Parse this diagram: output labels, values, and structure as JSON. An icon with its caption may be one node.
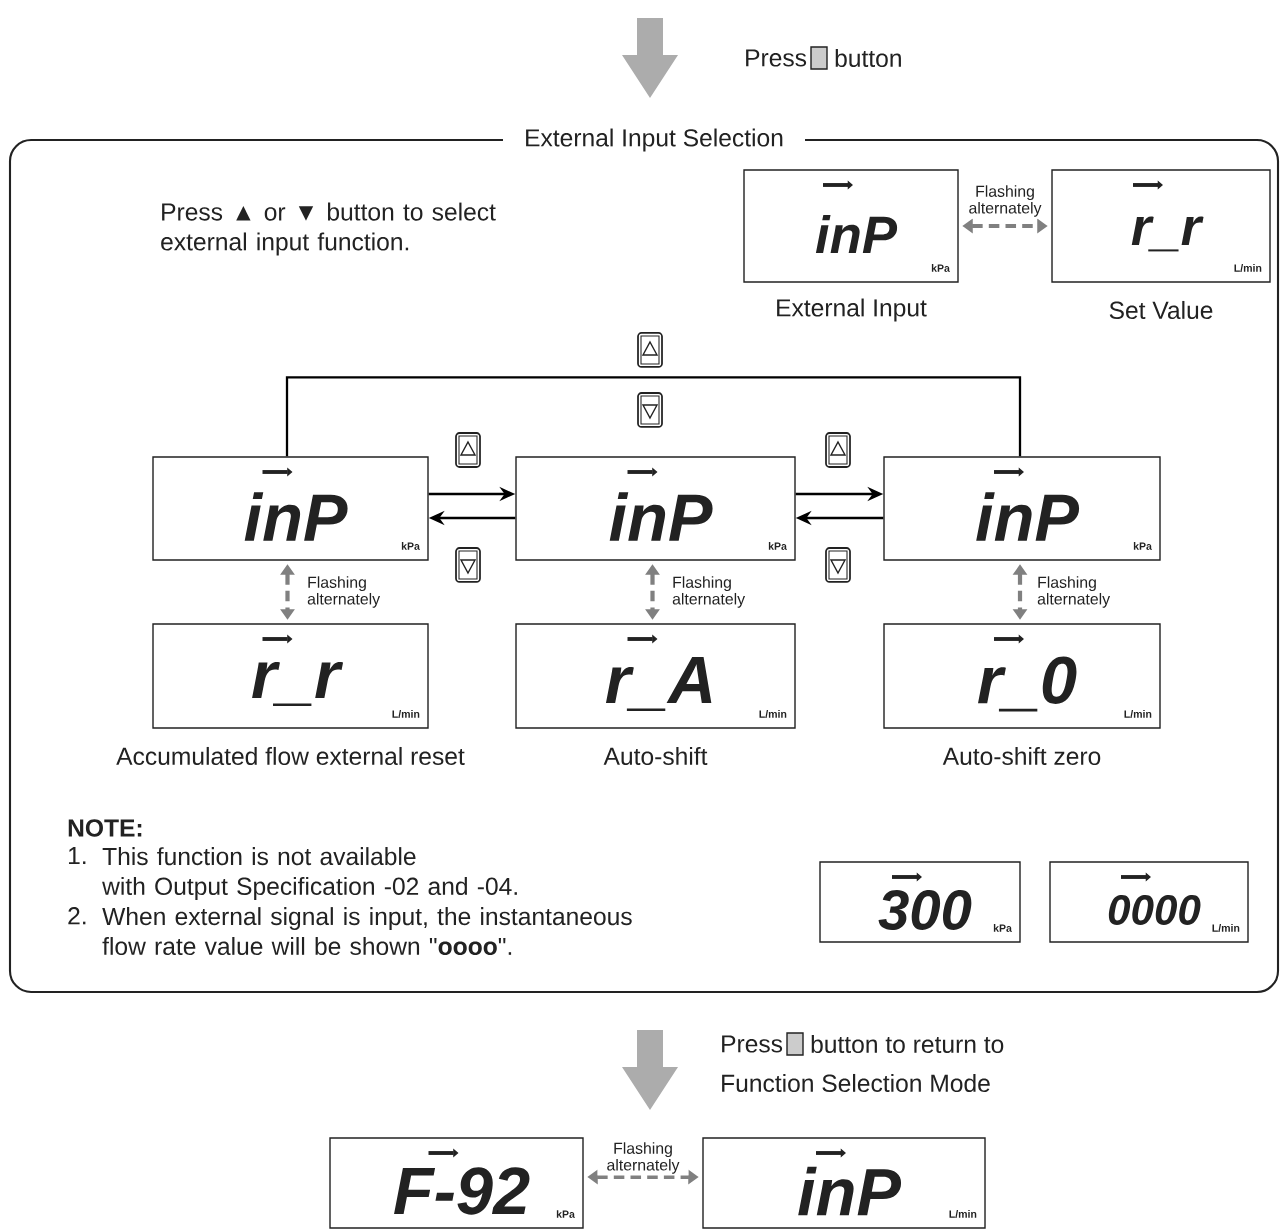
{
  "diagram": {
    "nodes": [
      {
        "text": [
          "External Input Selection"
        ]
      },
      {
        "text": [
          "inP",
          "kPa"
        ],
        "in": 0,
        "beside": [
          "External Input"
        ]
      },
      {
        "text": [
          "r_r",
          "L/min"
        ],
        "in": 0,
        "beside": [
          "Set Value"
        ]
      },
      {
        "text": [
          "inP",
          "kPa"
        ],
        "in": 0
      },
      {
        "text": [
          "inP",
          "kPa"
        ],
        "in": 0
      },
      {
        "text": [
          "inP",
          "kPa"
        ],
        "in": 0
      },
      {
        "text": [
          "r_r",
          "L/min"
        ],
        "in": 0,
        "beside": [
          "Accumulated flow external reset"
        ]
      },
      {
        "text": [
          "r_A",
          "L/min"
        ],
        "in": 0,
        "beside": [
          "Auto-shift"
        ]
      },
      {
        "text": [
          "r_0",
          "L/min"
        ],
        "in": 0,
        "beside": [
          "Auto-shift zero"
        ]
      },
      {
        "text": [
          "300",
          "kPa"
        ],
        "in": 0
      },
      {
        "text": [
          "0000",
          "L/min"
        ],
        "in": 0
      },
      {
        "text": [
          "F-92",
          "kPa"
        ]
      },
      {
        "text": [
          "inP",
          "L/min"
        ]
      }
    ],
    "edges": [
      {
        "from": 1,
        "to": 2,
        "arrow": "both",
        "style": "dashed",
        "color": "#808080",
        "label": "Flashing alternately"
      },
      {
        "from": 3,
        "to": 4,
        "arrow": "to",
        "color": "#000000"
      },
      {
        "from": 4,
        "to": 3,
        "arrow": "to",
        "color": "#000000"
      },
      {
        "from": 4,
        "to": 5,
        "arrow": "to",
        "color": "#000000"
      },
      {
        "from": 5,
        "to": 4,
        "arrow": "to",
        "color": "#000000"
      },
      {
        "from": 3,
        "to": 5,
        "arrow": "none",
        "color": "#000000"
      },
      {
        "from": 3,
        "to": 6,
        "arrow": "both",
        "style": "dashed",
        "color": "#808080",
        "label": "Flashing alternately"
      },
      {
        "from": 4,
        "to": 7,
        "arrow": "both",
        "style": "dashed",
        "color": "#808080",
        "label": "Flashing alternately"
      },
      {
        "from": 5,
        "to": 8,
        "arrow": "both",
        "style": "dashed",
        "color": "#808080",
        "label": "Flashing alternately"
      },
      {
        "from": 11,
        "to": 12,
        "arrow": "both",
        "style": "dashed",
        "color": "#808080",
        "label": "Flashing alternately"
      }
    ],
    "labels": [
      "Press",
      "button",
      "Press ▲ or ▼ button to select external input function.",
      "NOTE:",
      "1.",
      "This function is not available with Output Specification -02 and -04.",
      "2.",
      "When external signal is input, the instantaneous flow rate value will be shown \"**oooo**\".",
      "Press",
      "button to return to",
      "Function Selection Mode"
    ]
  }
}
